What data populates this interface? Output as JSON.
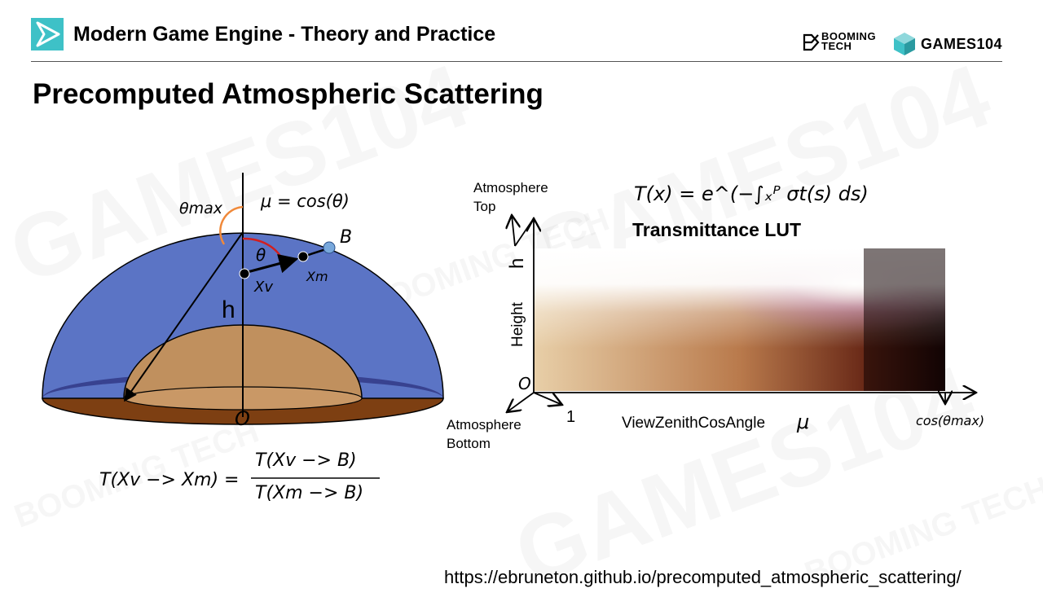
{
  "header": {
    "title": "Modern Game Engine - Theory and Practice",
    "brand_booming_line1": "BOOMING",
    "brand_booming_line2": "TECH",
    "brand_games": "GAMES104"
  },
  "watermarks": [
    "GAMES104",
    "GAMES104",
    "GAMES104",
    "BOOMING TECH",
    "BOOMING TECH",
    "BOOMING TECH"
  ],
  "slide": {
    "title": "Precomputed Atmospheric Scattering",
    "url": "https://ebruneton.github.io/precomputed_atmospheric_scattering/"
  },
  "hemisphere_diagram": {
    "theta_max_label": "θmax",
    "mu_equation": "μ = cos(θ)",
    "theta_label": "θ",
    "point_b_label": "B",
    "point_xv_label": "Xv",
    "point_xm_label": "Xm",
    "height_label": "h",
    "origin_label": "O",
    "formula_lhs": "T(Xv −> Xm) =",
    "formula_numerator": "T(Xv −> B)",
    "formula_denominator": "T(Xm −> B)"
  },
  "lut_diagram": {
    "formula": "T(x) = e^(−∫ₓᴾ σt(s) ds)",
    "title": "Transmittance LUT",
    "atmosphere_top_line1": "Atmosphere",
    "atmosphere_top_line2": "Top",
    "height_axis_label": "Height",
    "h_label": "h",
    "origin_label": "O",
    "atmosphere_bottom_line1": "Atmosphere",
    "atmosphere_bottom_line2": "Bottom",
    "one_label": "1",
    "x_axis_label": "ViewZenithCosAngle",
    "mu_label": "μ",
    "cos_theta_max_label": "cos(θmax)"
  },
  "colors": {
    "sky_blue": "#5b74c5",
    "sky_dark": "#343d8a",
    "earth_tan": "#c0905e",
    "ground_brown": "#7d3f12",
    "accent_teal": "#3ec1c7",
    "theta_red": "#d21f1f",
    "theta_max_orange": "#f0893a",
    "point_b_blue": "#78a8dc"
  }
}
